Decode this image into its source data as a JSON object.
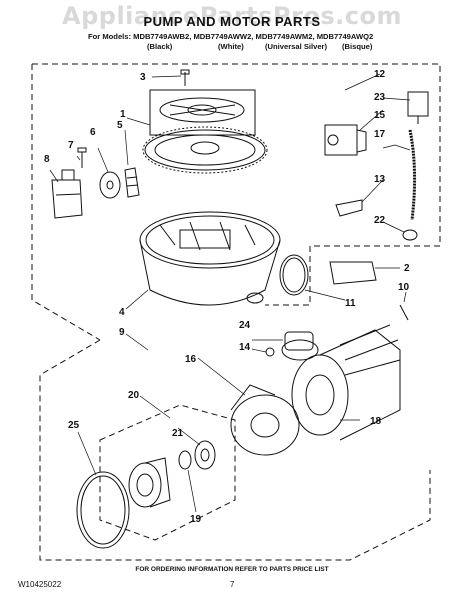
{
  "watermark": "AppliancePartsPros.com",
  "title": "PUMP AND MOTOR PARTS",
  "models": "For Models: MDB7749AWB2, MDB7749AWW2, MDB7749AWM2, MDB7749AWQ2",
  "colors": [
    "(Black)",
    "(White)",
    "(Universal Silver)",
    "(Bisque)"
  ],
  "callouts": [
    "1",
    "2",
    "3",
    "4",
    "5",
    "6",
    "7",
    "8",
    "9",
    "10",
    "11",
    "12",
    "13",
    "14",
    "15",
    "16",
    "17",
    "18",
    "19",
    "20",
    "21",
    "22",
    "23",
    "24",
    "25"
  ],
  "footer_note": "FOR ORDERING INFORMATION REFER TO PARTS PRICE LIST",
  "doc_number": "W10425022",
  "page_number": "7"
}
